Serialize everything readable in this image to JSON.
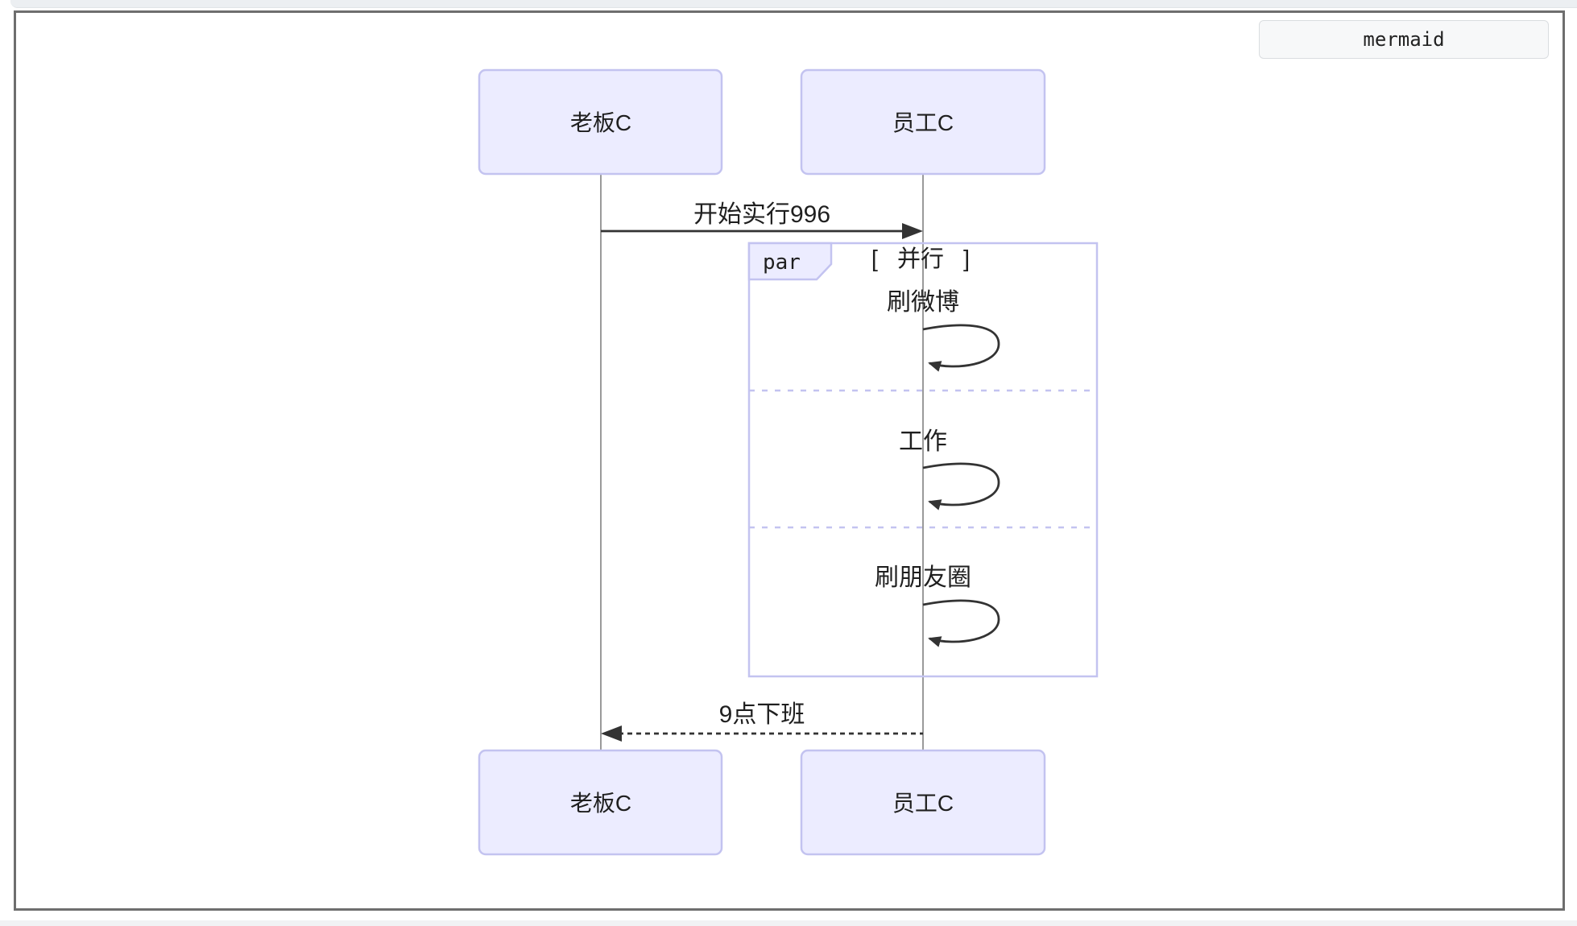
{
  "page": {
    "badge_label": "mermaid"
  },
  "diagram": {
    "type": "sequence",
    "actors": [
      {
        "label": "老板C"
      },
      {
        "label": "员工C"
      }
    ],
    "messages": [
      {
        "label": "开始实行996",
        "from": "老板C",
        "to": "员工C",
        "line": "solid"
      },
      {
        "label": "9点下班",
        "from": "员工C",
        "to": "老板C",
        "line": "dashed"
      }
    ],
    "par": {
      "keyword": "par",
      "condition": "[ 并行 ]",
      "branches": [
        {
          "label": "刷微博",
          "type": "self-message"
        },
        {
          "label": "工作",
          "type": "self-message"
        },
        {
          "label": "刷朋友圈",
          "type": "self-message"
        }
      ]
    }
  },
  "theme_colors": {
    "actor-fill": "#ECECFF",
    "actor-border": "#c3c3f0",
    "par-border": "#c3c3f0",
    "separator": "#c3c3f0",
    "lifeline": "#9a9a9a",
    "arrow": "#333333",
    "text": "#1f1f1f",
    "frame-border": "#6e6e6e",
    "badge-bg": "#f7f8f9",
    "badge-border": "#dadde0",
    "chrome-strip": "#eceff2"
  }
}
